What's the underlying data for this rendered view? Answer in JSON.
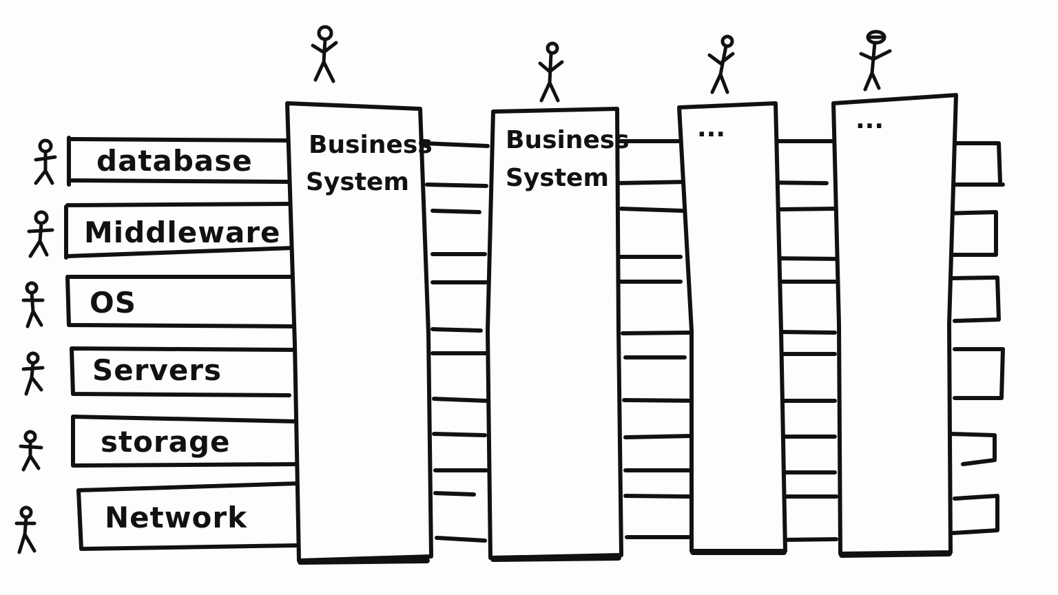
{
  "layers": [
    {
      "id": "database",
      "label": "database"
    },
    {
      "id": "middleware",
      "label": "Middleware"
    },
    {
      "id": "os",
      "label": "OS"
    },
    {
      "id": "servers",
      "label": "Servers"
    },
    {
      "id": "storage",
      "label": "storage"
    },
    {
      "id": "network",
      "label": "Network"
    }
  ],
  "systems": [
    {
      "line1": "Business",
      "line2": "System"
    },
    {
      "line1": "Business",
      "line2": "System"
    },
    {
      "line1": "...",
      "line2": ""
    },
    {
      "line1": "...",
      "line2": ""
    }
  ]
}
